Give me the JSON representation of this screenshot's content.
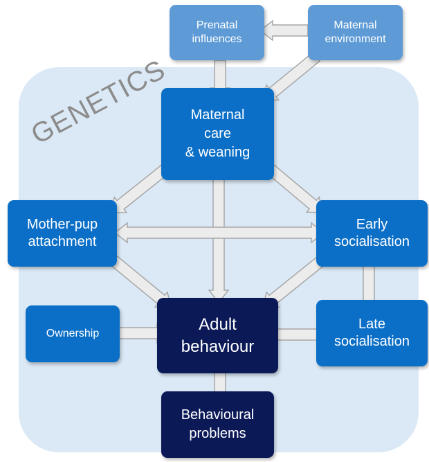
{
  "diagram": {
    "background_label": "GENETICS",
    "boxes": {
      "prenatal_influences": "Prenatal\ninfluences",
      "maternal_environment": "Maternal\nenvironment",
      "maternal_care": "Maternal\ncare\n& weaning",
      "mother_pup_attachment": "Mother-pup\nattachment",
      "early_socialisation": "Early\nsocialisation",
      "ownership": "Ownership",
      "adult_behaviour": "Adult\nbehaviour",
      "late_socialisation": "Late\nsocialisation",
      "behavioural_problems": "Behavioural\nproblems"
    },
    "colors": {
      "region": "#dbe9f6",
      "light_box": "#5e9bd6",
      "mid_box": "#0b6fc7",
      "dark_box": "#0b1a57",
      "arrow_fill": "#ececec",
      "arrow_outline": "#a6a6a6",
      "label_gray": "#8c8c8c"
    },
    "connections": [
      {
        "from": "maternal_environment",
        "to": "prenatal_influences"
      },
      {
        "from": "prenatal_influences",
        "to": "maternal_care"
      },
      {
        "from": "maternal_environment",
        "to": "maternal_care"
      },
      {
        "from": "maternal_care",
        "to": "mother_pup_attachment"
      },
      {
        "from": "maternal_care",
        "to": "early_socialisation"
      },
      {
        "from": "maternal_care",
        "to": "adult_behaviour"
      },
      {
        "from": "mother_pup_attachment",
        "to": "early_socialisation",
        "bidirectional": true
      },
      {
        "from": "mother_pup_attachment",
        "to": "adult_behaviour"
      },
      {
        "from": "early_socialisation",
        "to": "adult_behaviour"
      },
      {
        "from": "early_socialisation",
        "to": "late_socialisation"
      },
      {
        "from": "ownership",
        "to": "adult_behaviour"
      },
      {
        "from": "late_socialisation",
        "to": "adult_behaviour"
      },
      {
        "from": "adult_behaviour",
        "to": "behavioural_problems"
      }
    ]
  }
}
